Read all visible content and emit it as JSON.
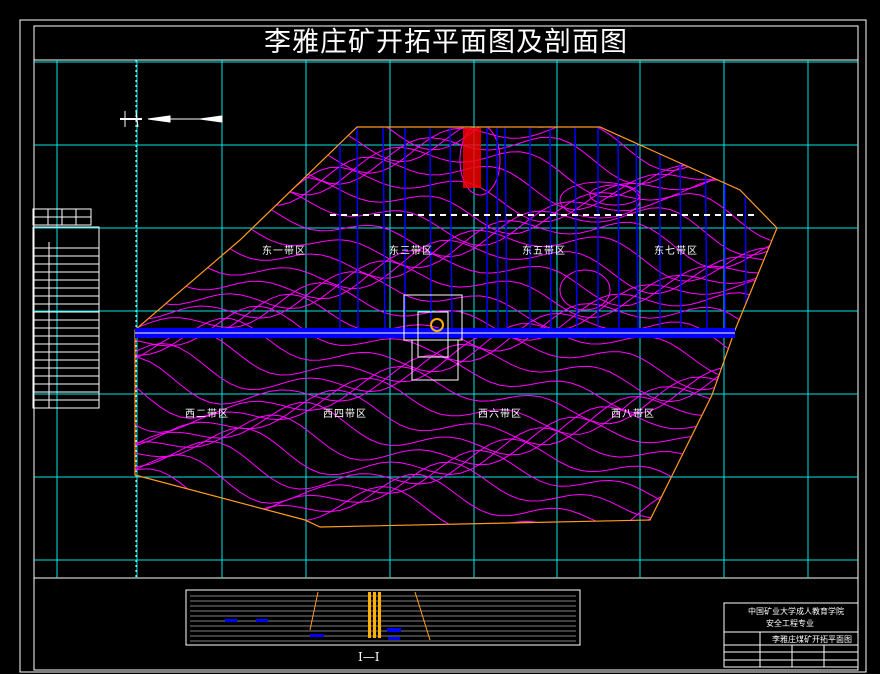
{
  "title": "李雅庄矿开拓平面图及剖面图",
  "zones": {
    "east": [
      "东一带区",
      "东三带区",
      "东五带区",
      "东七带区"
    ],
    "west": [
      "西二带区",
      "西四带区",
      "西六带区",
      "西八带区"
    ]
  },
  "section_label": "I—I",
  "title_block": {
    "institution": "中国矿业大学成人教育学院",
    "major": "安全工程专业",
    "drawing_name": "李雅庄煤矿开拓平面图"
  },
  "colors": {
    "background": "#000000",
    "grid": "#00e5e5",
    "contour": "#ff00ff",
    "roadway": "#0000ff",
    "boundary": "#ff9a20",
    "frame": "#ffffff",
    "shaft": "#ffb000"
  }
}
